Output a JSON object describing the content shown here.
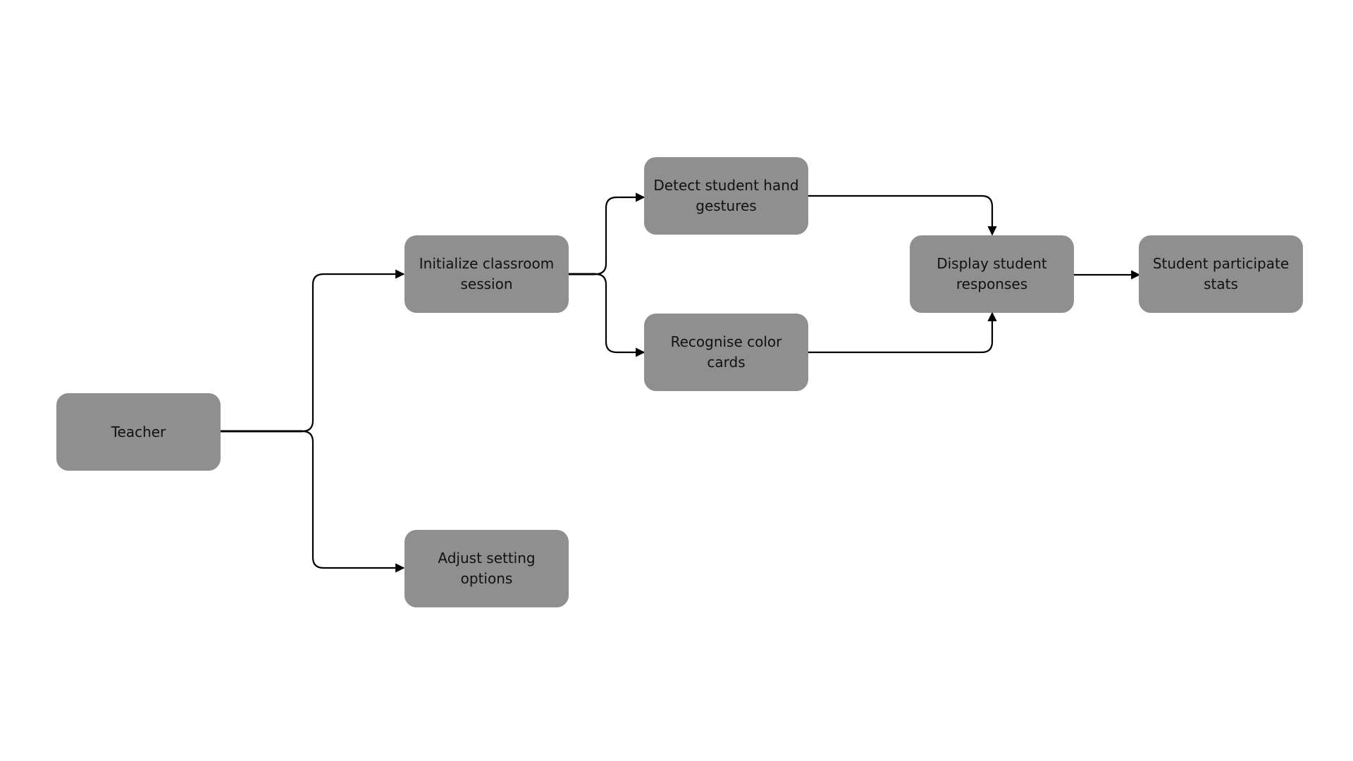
{
  "colors": {
    "background": "#ffffff",
    "node_fill": "#8f8f8f",
    "node_text": "#111111",
    "connector": "#000000"
  },
  "nodes": {
    "teacher": {
      "label": "Teacher"
    },
    "initialize_session": {
      "label": "Initialize classroom session"
    },
    "adjust_settings": {
      "label": "Adjust setting options"
    },
    "detect_gestures": {
      "label": "Detect student hand gestures"
    },
    "recognise_cards": {
      "label": "Recognise color cards"
    },
    "display_responses": {
      "label": "Display student responses"
    },
    "participation_stats": {
      "label": "Student participate stats"
    }
  },
  "edges": [
    {
      "from": "teacher",
      "to": "initialize_session"
    },
    {
      "from": "teacher",
      "to": "adjust_settings"
    },
    {
      "from": "initialize_session",
      "to": "detect_gestures"
    },
    {
      "from": "initialize_session",
      "to": "recognise_cards"
    },
    {
      "from": "detect_gestures",
      "to": "display_responses"
    },
    {
      "from": "recognise_cards",
      "to": "display_responses"
    },
    {
      "from": "display_responses",
      "to": "participation_stats"
    }
  ]
}
